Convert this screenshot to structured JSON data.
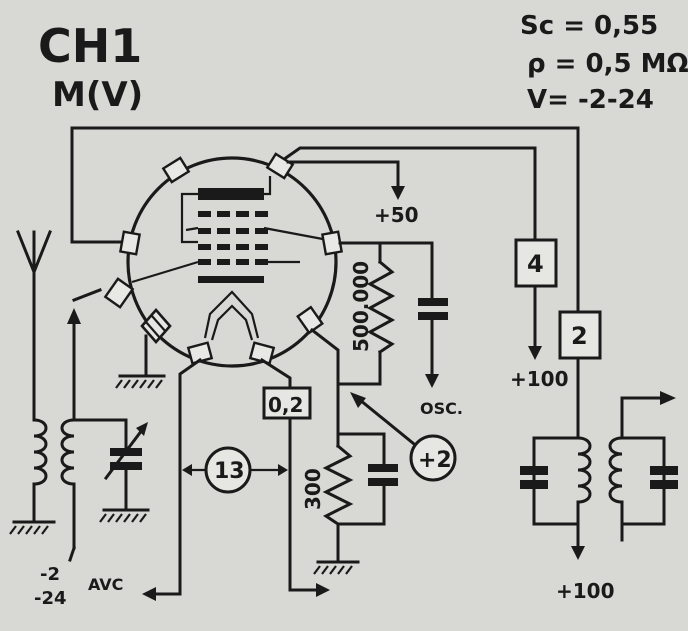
{
  "tube": {
    "title": "CH1",
    "subtitle": "M(V)"
  },
  "conditions": [
    "Sc = 0,55",
    "ρ = 0,5 MΩ",
    "V= -2-24"
  ],
  "voltages": {
    "screen": "+50",
    "anode_left": "+100",
    "anode_right": "+100"
  },
  "components": {
    "box_left": "4",
    "box_right": "2",
    "resistor_anode": "500.000",
    "resistor_cathode": "300",
    "cathode_current_box": "0,2",
    "circle_cathode": "+2",
    "circle_grid": "13",
    "osc": "OSC."
  },
  "avc": {
    "line1": "-2",
    "line2": "-24",
    "label": "AVC"
  }
}
